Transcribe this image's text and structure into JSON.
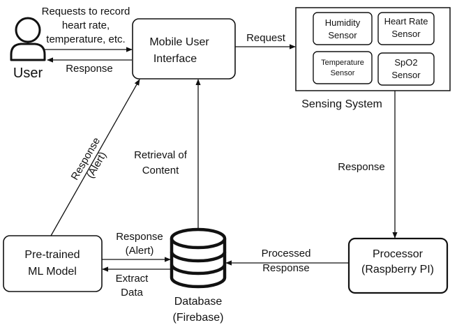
{
  "diagram": {
    "user": {
      "label": "User"
    },
    "nodes": {
      "mobile_ui": [
        "Mobile User",
        "Interface"
      ],
      "sensing_system": {
        "label": "Sensing System",
        "sensors": {
          "humidity": [
            "Humidity",
            "Sensor"
          ],
          "heart_rate": [
            "Heart Rate",
            "Sensor"
          ],
          "temperature": [
            "Temperature",
            "Sensor"
          ],
          "spo2": [
            "SpO2",
            "Sensor"
          ]
        }
      },
      "processor": [
        "Processor",
        "(Raspberry PI)"
      ],
      "database": [
        "Database",
        "(Firebase)"
      ],
      "ml_model": [
        "Pre-trained",
        "ML Model"
      ]
    },
    "edges": {
      "user_request": [
        "Requests to record",
        "heart rate,",
        "temperature, etc."
      ],
      "ui_response": "Response",
      "ui_request": "Request",
      "sensing_response": "Response",
      "processed_response": [
        "Processed",
        "Response"
      ],
      "retrieval": [
        "Retrieval of",
        "Content"
      ],
      "db_response": [
        "Response",
        "(Alert)"
      ],
      "extract_data": [
        "Extract",
        "Data"
      ],
      "ml_response": [
        "Response",
        "(Alert)"
      ]
    }
  }
}
